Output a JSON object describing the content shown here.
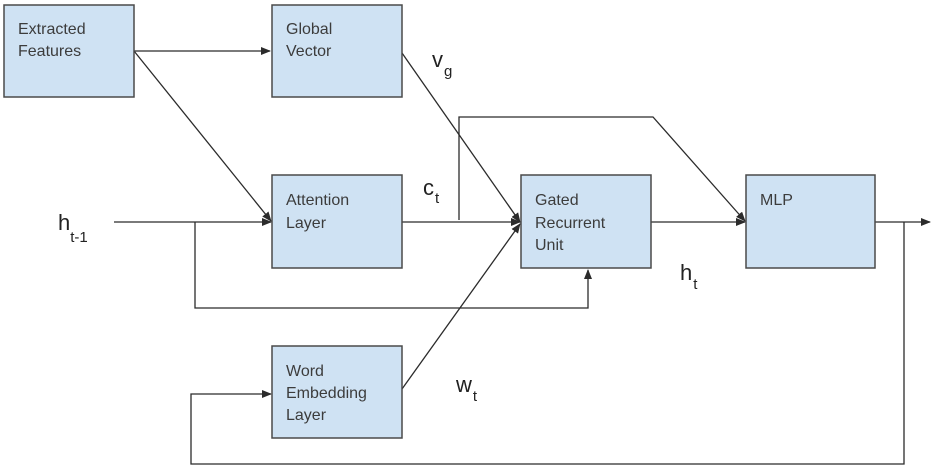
{
  "diagram": {
    "title": "",
    "colors": {
      "node_fill": "#cfe2f3",
      "node_stroke": "#4a4a4a",
      "edge": "#2b2b2b",
      "text": "#3c3c3c"
    },
    "nodes": {
      "extracted_features": {
        "lines": [
          "Extracted",
          "Features"
        ]
      },
      "global_vector": {
        "lines": [
          "Global",
          "Vector"
        ]
      },
      "attention_layer": {
        "lines": [
          "Attention",
          "Layer"
        ]
      },
      "gru": {
        "lines": [
          "Gated",
          "Recurrent",
          "Unit"
        ]
      },
      "mlp": {
        "lines": [
          "MLP"
        ]
      },
      "word_embedding": {
        "lines": [
          "Word",
          "Embedding",
          "Layer"
        ]
      }
    },
    "labels": {
      "h_prev": {
        "base": "h",
        "sub": "t-1"
      },
      "v_g": {
        "base": "v",
        "sub": "g"
      },
      "c_t": {
        "base": "c",
        "sub": "t"
      },
      "h_t": {
        "base": "h",
        "sub": "t"
      },
      "w_t": {
        "base": "w",
        "sub": "t"
      }
    },
    "edges": [
      {
        "from": "extracted_features",
        "to": "global_vector"
      },
      {
        "from": "extracted_features",
        "to": "attention_layer"
      },
      {
        "from": "h_prev",
        "to": "attention_layer"
      },
      {
        "from": "h_prev",
        "to": "gru"
      },
      {
        "from": "global_vector",
        "to": "gru",
        "label": "v_g"
      },
      {
        "from": "attention_layer",
        "to": "gru",
        "label": "c_t"
      },
      {
        "from": "attention_layer",
        "to": "mlp",
        "label": "c_t"
      },
      {
        "from": "word_embedding",
        "to": "gru",
        "label": "w_t"
      },
      {
        "from": "gru",
        "to": "mlp",
        "label": "h_t"
      },
      {
        "from": "mlp",
        "to": "output"
      },
      {
        "from": "mlp",
        "to": "word_embedding"
      }
    ]
  }
}
